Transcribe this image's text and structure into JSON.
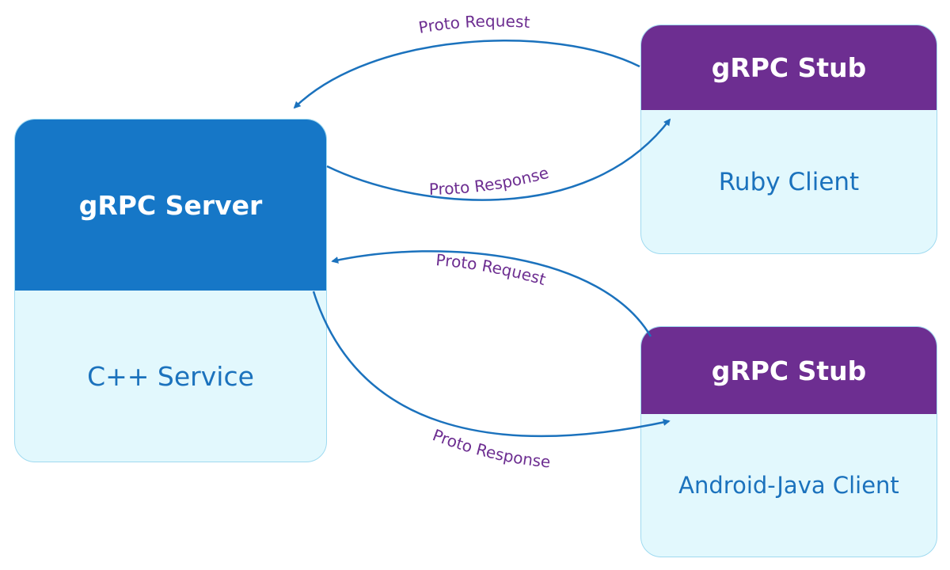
{
  "server": {
    "header": "gRPC Server",
    "body": "C++ Service"
  },
  "clients": [
    {
      "header": "gRPC Stub",
      "body": "Ruby Client"
    },
    {
      "header": "gRPC Stub",
      "body": "Android-Java Client"
    }
  ],
  "flows": {
    "ruby_request": "Proto Request",
    "ruby_response": "Proto Response",
    "android_request": "Proto Request",
    "android_response": "Proto Response"
  },
  "colors": {
    "server_header": "#1677c7",
    "stub_header": "#6d2e91",
    "box_body": "#e2f8fd",
    "body_text": "#1b72bd",
    "arrow": "#1b72bd",
    "flow_label": "#6d2e91"
  }
}
